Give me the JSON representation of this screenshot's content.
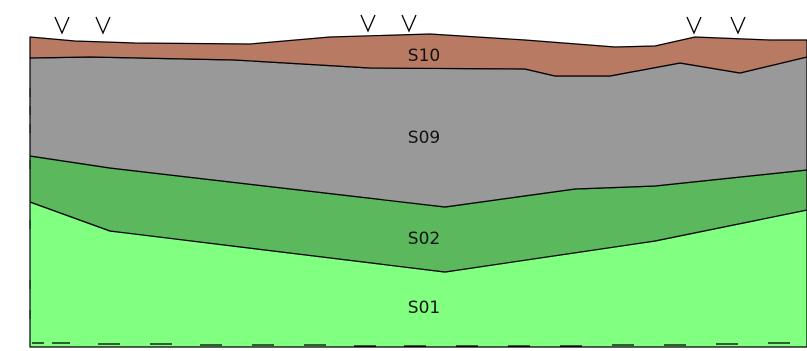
{
  "profile": {
    "layers": [
      {
        "id": "S10",
        "label": "S10",
        "color": "#b97a63"
      },
      {
        "id": "S09",
        "label": "S09",
        "color": "#999999"
      },
      {
        "id": "S02",
        "label": "S02",
        "color": "#5cb85c"
      },
      {
        "id": "S01",
        "label": "S01",
        "color": "#80ff80"
      }
    ],
    "marker_symbol": "V",
    "marker_count": 6
  }
}
